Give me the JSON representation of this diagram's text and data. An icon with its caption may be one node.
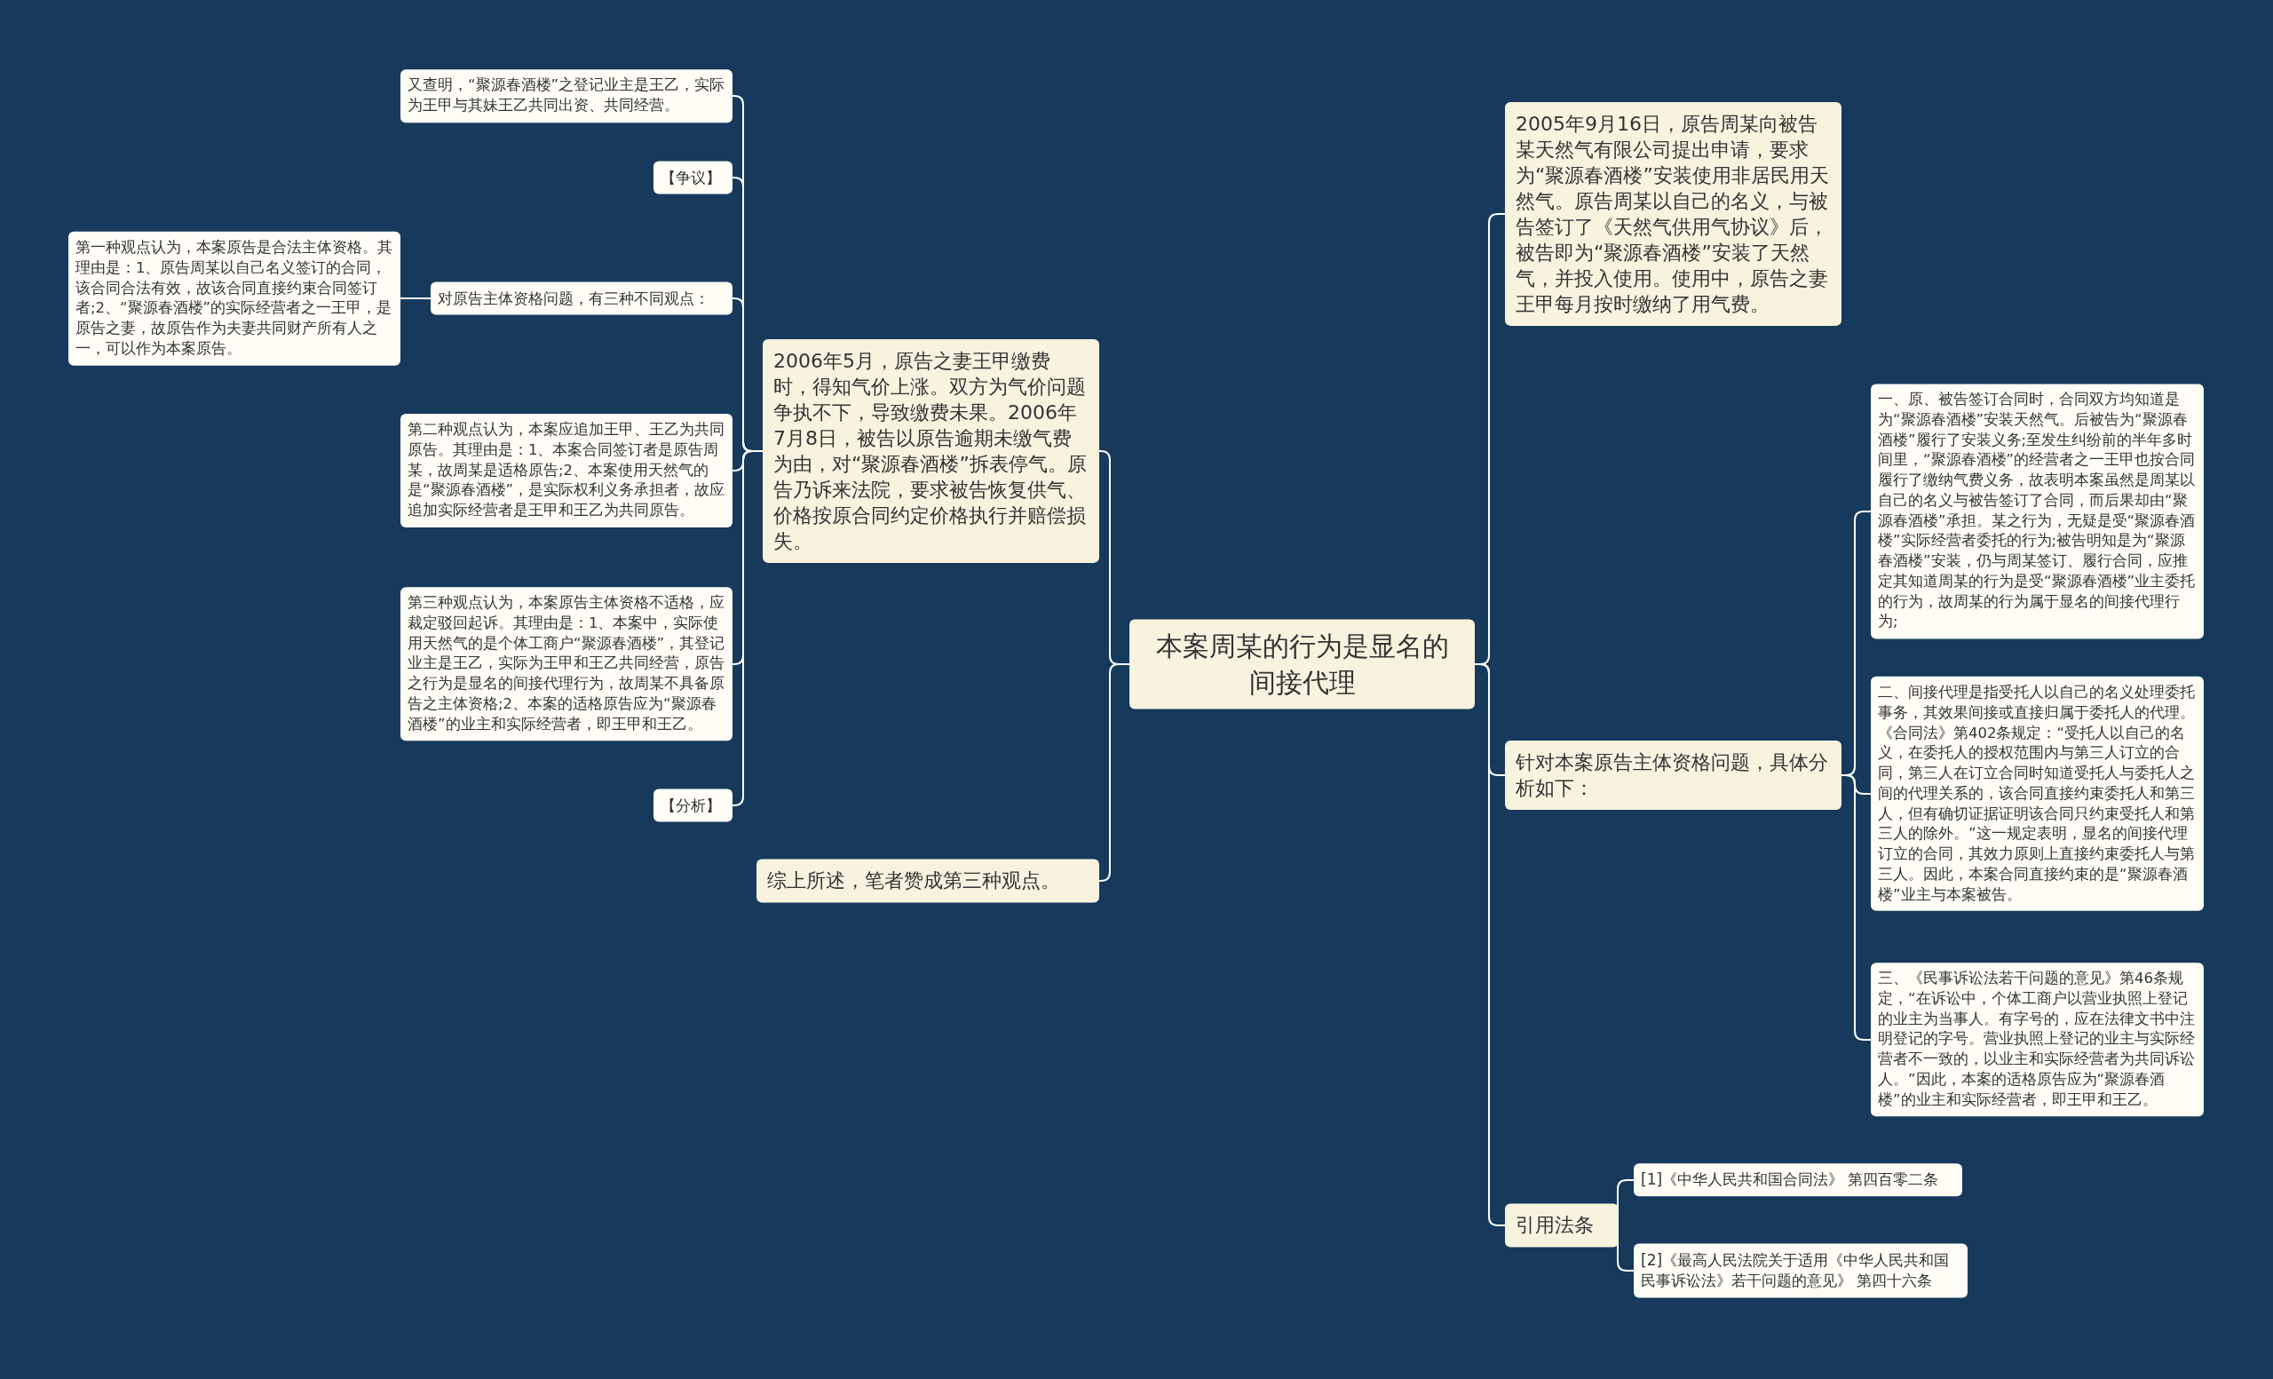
{
  "diagram": {
    "nodes": [
      {
        "text": [
          "本案周某的行为是显名的间接代理"
        ]
      },
      {
        "text": [
          "2006年5月，原告之妻王甲缴费时，得知气价上涨。双方为气价问题争执不下，导致缴费未果。2006年7月8日，被告以原告逾期未缴气费为由，对“聚源春酒楼”拆表停气。原告乃诉来法院，要求被告恢复供气、价格按原合同约定价格执行并赔偿损失。"
        ]
      },
      {
        "text": [
          "综上所述，笔者赞成第三种观点。"
        ]
      },
      {
        "text": [
          "又查明，“聚源春酒楼”之登记业主是王乙，实际为王甲与其妹王乙共同出资、共同经营。"
        ]
      },
      {
        "text": [
          "【争议】"
        ]
      },
      {
        "text": [
          "对原告主体资格问题，有三种不同观点："
        ]
      },
      {
        "text": [
          "第一种观点认为，本案原告是合法主体资格。其理由是：1、原告周某以自己名义签订的合同，该合同合法有效，故该合同直接约束合同签订者;2、“聚源春酒楼”的实际经营者之一王甲，是原告之妻，故原告作为夫妻共同财产所有人之一，可以作为本案原告。"
        ]
      },
      {
        "text": [
          "第二种观点认为，本案应追加王甲、王乙为共同原告。其理由是：1、本案合同签订者是原告周某，故周某是适格原告;2、本案使用天然气的是“聚源春酒楼”，是实际权利义务承担者，故应追加实际经营者是王甲和王乙为共同原告。"
        ]
      },
      {
        "text": [
          "第三种观点认为，本案原告主体资格不适格，应裁定驳回起诉。其理由是：1、本案中，实际使用天然气的是个体工商户“聚源春酒楼”，其登记业主是王乙，实际为王甲和王乙共同经营，原告之行为是显名的间接代理行为，故周某不具备原告之主体资格;2、本案的适格原告应为“聚源春酒楼”的业主和实际经营者，即王甲和王乙。"
        ]
      },
      {
        "text": [
          "【分析】"
        ]
      },
      {
        "text": [
          "2005年9月16日，原告周某向被告某天然气有限公司提出申请，要求为“聚源春酒楼”安装使用非居民用天然气。原告周某以自己的名义，与被告签订了《天然气供用气协议》后，被告即为“聚源春酒楼”安装了天然气，并投入使用。使用中，原告之妻王甲每月按时缴纳了用气费。"
        ]
      },
      {
        "text": [
          "针对本案原告主体资格问题，具体分析如下："
        ]
      },
      {
        "text": [
          "一、原、被告签订合同时，合同双方均知道是为“聚源春酒楼”安装天然气。后被告为“聚源春酒楼”履行了安装义务;至发生纠纷前的半年多时间里，“聚源春酒楼”的经营者之一王甲也按合同履行了缴纳气费义务，故表明本案虽然是周某以自己的名义与被告签订了合同，而后果却由“聚源春酒楼”承担。某之行为，无疑是受“聚源春酒楼”实际经营者委托的行为;被告明知是为“聚源春酒楼”安装，仍与周某签订、履行合同，应推定其知道周某的行为是受“聚源春酒楼”业主委托的行为，故周某的行为属于显名的间接代理行为;"
        ]
      },
      {
        "text": [
          "二、间接代理是指受托人以自己的名义处理委托事务，其效果间接或直接归属于委托人的代理。《合同法》第402条规定：“受托人以自己的名义，在委托人的授权范围内与第三人订立的合同，第三人在订立合同时知道受托人与委托人之间的代理关系的，该合同直接约束委托人和第三人，但有确切证据证明该合同只约束受托人和第三人的除外。”这一规定表明，显名的间接代理订立的合同，其效力原则上直接约束委托人与第三人。因此，本案合同直接约束的是“聚源春酒楼”业主与本案被告。"
        ]
      },
      {
        "text": [
          "三、《民事诉讼法若干问题的意见》第46条规定，“在诉讼中，个体工商户以营业执照上登记的业主为当事人。有字号的，应在法律文书中注明登记的字号。营业执照上登记的业主与实际经营者不一致的，以业主和实际经营者为共同诉讼人。”因此，本案的适格原告应为“聚源春酒楼”的业主和实际经营者，即王甲和王乙。"
        ]
      },
      {
        "text": [
          "引用法条"
        ]
      },
      {
        "text": [
          "[1]《中华人民共和国合同法》 第四百零二条"
        ]
      },
      {
        "text": [
          "[2]《最高人民法院关于适用《中华人民共和国民事诉讼法》若干问题的意见》 第四十六条"
        ]
      }
    ],
    "edges": [
      {
        "from": 0,
        "to": 1,
        "arrow": "none"
      },
      {
        "from": 0,
        "to": 2,
        "arrow": "none"
      },
      {
        "from": 1,
        "to": 3,
        "arrow": "none"
      },
      {
        "from": 1,
        "to": 4,
        "arrow": "none"
      },
      {
        "from": 1,
        "to": 5,
        "arrow": "none"
      },
      {
        "from": 5,
        "to": 6,
        "arrow": "none"
      },
      {
        "from": 1,
        "to": 7,
        "arrow": "none"
      },
      {
        "from": 1,
        "to": 8,
        "arrow": "none"
      },
      {
        "from": 1,
        "to": 9,
        "arrow": "none"
      },
      {
        "from": 0,
        "to": 10,
        "arrow": "none"
      },
      {
        "from": 0,
        "to": 11,
        "arrow": "none"
      },
      {
        "from": 11,
        "to": 12,
        "arrow": "none"
      },
      {
        "from": 11,
        "to": 13,
        "arrow": "none"
      },
      {
        "from": 11,
        "to": 14,
        "arrow": "none"
      },
      {
        "from": 0,
        "to": 15,
        "arrow": "none"
      },
      {
        "from": 15,
        "to": 16,
        "arrow": "none"
      },
      {
        "from": 15,
        "to": 17,
        "arrow": "none"
      }
    ]
  }
}
